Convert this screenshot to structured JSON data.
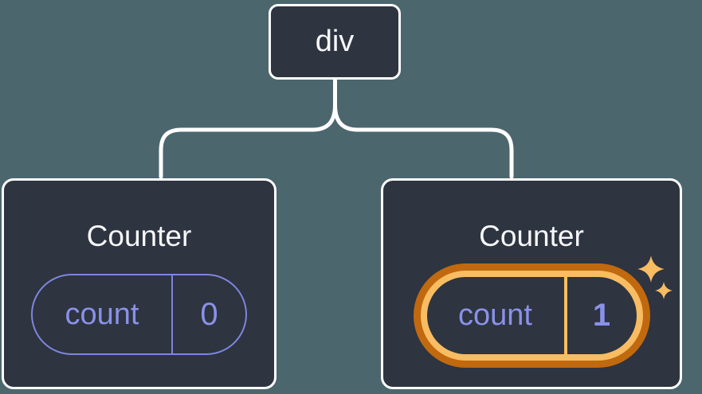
{
  "tree": {
    "root": {
      "label": "div"
    },
    "children": [
      {
        "title": "Counter",
        "state": {
          "key": "count",
          "value": "0"
        },
        "highlighted": false
      },
      {
        "title": "Counter",
        "state": {
          "key": "count",
          "value": "1"
        },
        "highlighted": true
      }
    ]
  },
  "icons": {
    "highlight": "sparkles-icon"
  },
  "colors": {
    "background": "#4C666E",
    "node_fill": "#2E3440",
    "node_border": "#FFFFFF",
    "connector": "#FFFFFF",
    "text_primary": "#F6F7F9",
    "state_purple": "#7E86DE",
    "state_purple_text": "#8A91E8",
    "highlight_orange_dark": "#C1690F",
    "highlight_amber": "#F8BC62"
  }
}
